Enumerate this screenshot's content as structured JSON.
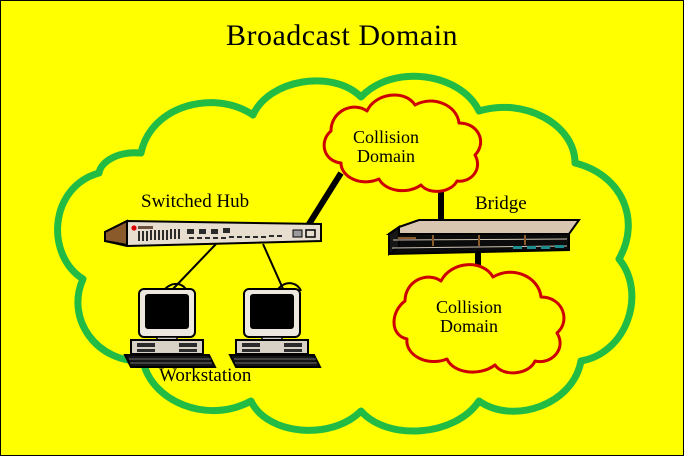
{
  "diagram": {
    "title": "Broadcast Domain",
    "background_color": "#FFFF00",
    "border_color": "#000000"
  },
  "broadcast_domain": {
    "name": "broadcast-domain-cloud",
    "outline_color": "#22BB44",
    "stroke_width": 7,
    "fill_color": "#FFFF00"
  },
  "collision_domains": [
    {
      "id": "collision-domain-top",
      "line1": "Collision",
      "line2": "Domain",
      "outline_color": "#CC0000",
      "stroke_width": 3,
      "fill_color": "#FFFF00"
    },
    {
      "id": "collision-domain-bottom",
      "line1": "Collision",
      "line2": "Domain",
      "outline_color": "#CC0000",
      "stroke_width": 3,
      "fill_color": "#FFFF00"
    }
  ],
  "devices": {
    "switched_hub": {
      "label": "Switched Hub",
      "body_color": "#E8DED0",
      "endcap_color": "#8B5A2B",
      "led_color": "#DD0000",
      "outline_color": "#000000"
    },
    "bridge": {
      "label": "Bridge",
      "top_color": "#D8C6B0",
      "front_color": "#000000",
      "divider_color": "#8B5A2B",
      "led_color": "#1E8C8C",
      "outline_color": "#000000"
    },
    "workstations": {
      "label": "Workstation",
      "count": 2,
      "screen_color": "#000000",
      "bezel_color": "#EDE8DF",
      "case_color": "#D8D2C6",
      "outline_color": "#000000"
    }
  },
  "links": [
    {
      "id": "link-hub-to-workstation-1",
      "color": "#000000",
      "width": 2
    },
    {
      "id": "link-hub-to-workstation-2",
      "color": "#000000",
      "width": 2
    },
    {
      "id": "link-hub-to-collision-top",
      "color": "#000000",
      "width": 6
    },
    {
      "id": "link-bridge-to-collision-top",
      "color": "#000000",
      "width": 6
    },
    {
      "id": "link-bridge-to-collision-bottom",
      "color": "#000000",
      "width": 6
    }
  ]
}
